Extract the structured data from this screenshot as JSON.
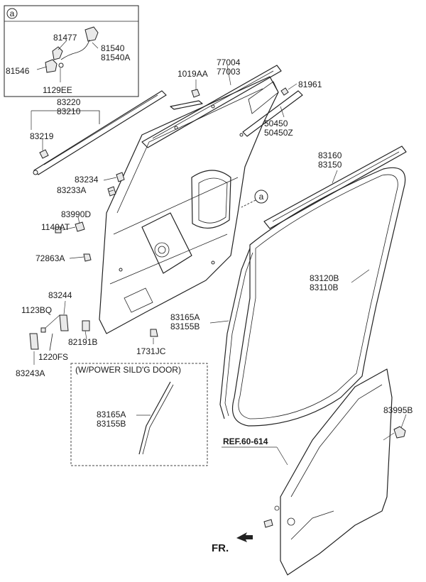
{
  "detail_box": {
    "marker": "a",
    "parts": [
      "81477",
      "81540",
      "81540A",
      "81546",
      "1129EE"
    ]
  },
  "labels": {
    "p77004": "77004",
    "p77003": "77003",
    "p1019AA": "1019AA",
    "p81961": "81961",
    "p50450": "50450",
    "p50450Z": "50450Z",
    "p83220": "83220",
    "p83210": "83210",
    "p83219": "83219",
    "p83234": "83234",
    "p83233A": "83233A",
    "p83990D": "83990D",
    "p1140AT": "1140AT",
    "p72863A": "72863A",
    "p83244": "83244",
    "p1123BQ": "1123BQ",
    "p82191B": "82191B",
    "p1220FS": "1220FS",
    "p83243A": "83243A",
    "p1731JC": "1731JC",
    "p83160": "83160",
    "p83150": "83150",
    "p83120B": "83120B",
    "p83110B": "83110B",
    "p83165A_top": "83165A",
    "p83155B_top": "83155B",
    "p83995B": "83995B",
    "callout_a": "a"
  },
  "power_door_box": {
    "title": "(W/POWER SILD'G DOOR)",
    "part_a": "83165A",
    "part_b": "83155B"
  },
  "reference": "REF.60-614",
  "direction": "FR."
}
